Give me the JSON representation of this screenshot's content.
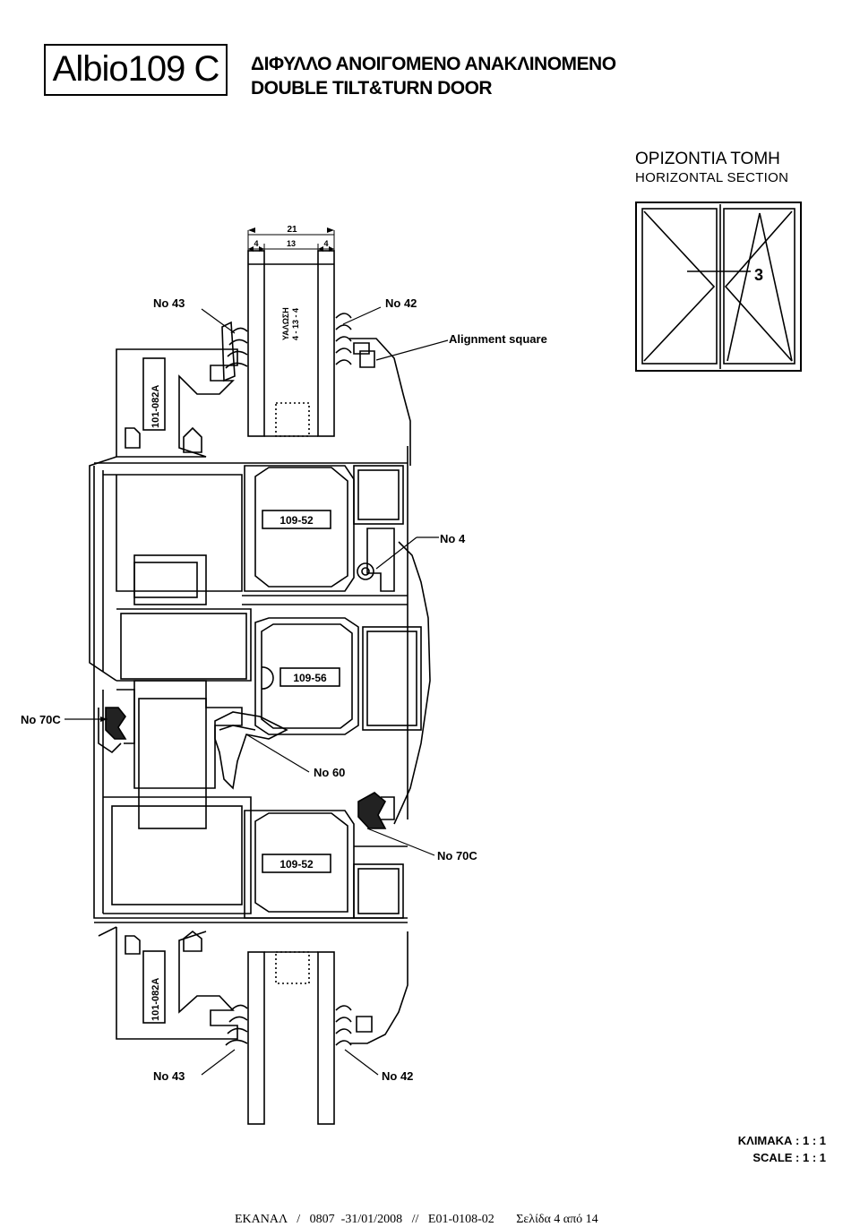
{
  "header": {
    "logo_text": "Albio109 C",
    "title_greek": "ΔΙΦΥΛΛΟ ΑΝΟΙΓΟΜΕΝΟ ΑΝΑΚΛΙΝΟΜΕΝΟ",
    "title_english": "DOUBLE TILT&TURN DOOR"
  },
  "section": {
    "title_greek": "ΟΡΙΖΟΝΤΙΑ ΤΟΜΗ",
    "title_english": "HORIZONTAL  SECTION",
    "position_marker": "3"
  },
  "dimensions": {
    "total": "21",
    "left": "4",
    "middle": "13",
    "right": "4"
  },
  "glass_label": "ΥΑΛΩΣΗ\n4 - 13 - 4",
  "profiles": {
    "top_frame": "101-082A",
    "bottom_frame": "101-082A",
    "sash_top": "109-52",
    "mullion": "109-56",
    "sash_bottom": "109-52"
  },
  "callouts": {
    "no43_top": "No 43",
    "no42_top": "No 42",
    "alignment": "Alignment square",
    "no4": "No 4",
    "no70c_left": "No 70C",
    "no60": "No 60",
    "no70c_right": "No 70C",
    "no43_bottom": "No 43",
    "no42_bottom": "No 42"
  },
  "scale": {
    "greek": "ΚΛΙΜΑΚΑ :  1 : 1",
    "english": "SCALE :  1 : 1"
  },
  "footer": "ΕΚΑΝΑΛ   /   0807  -31/01/2008   //   E01-0108-02       Σελίδα 4 από 14"
}
